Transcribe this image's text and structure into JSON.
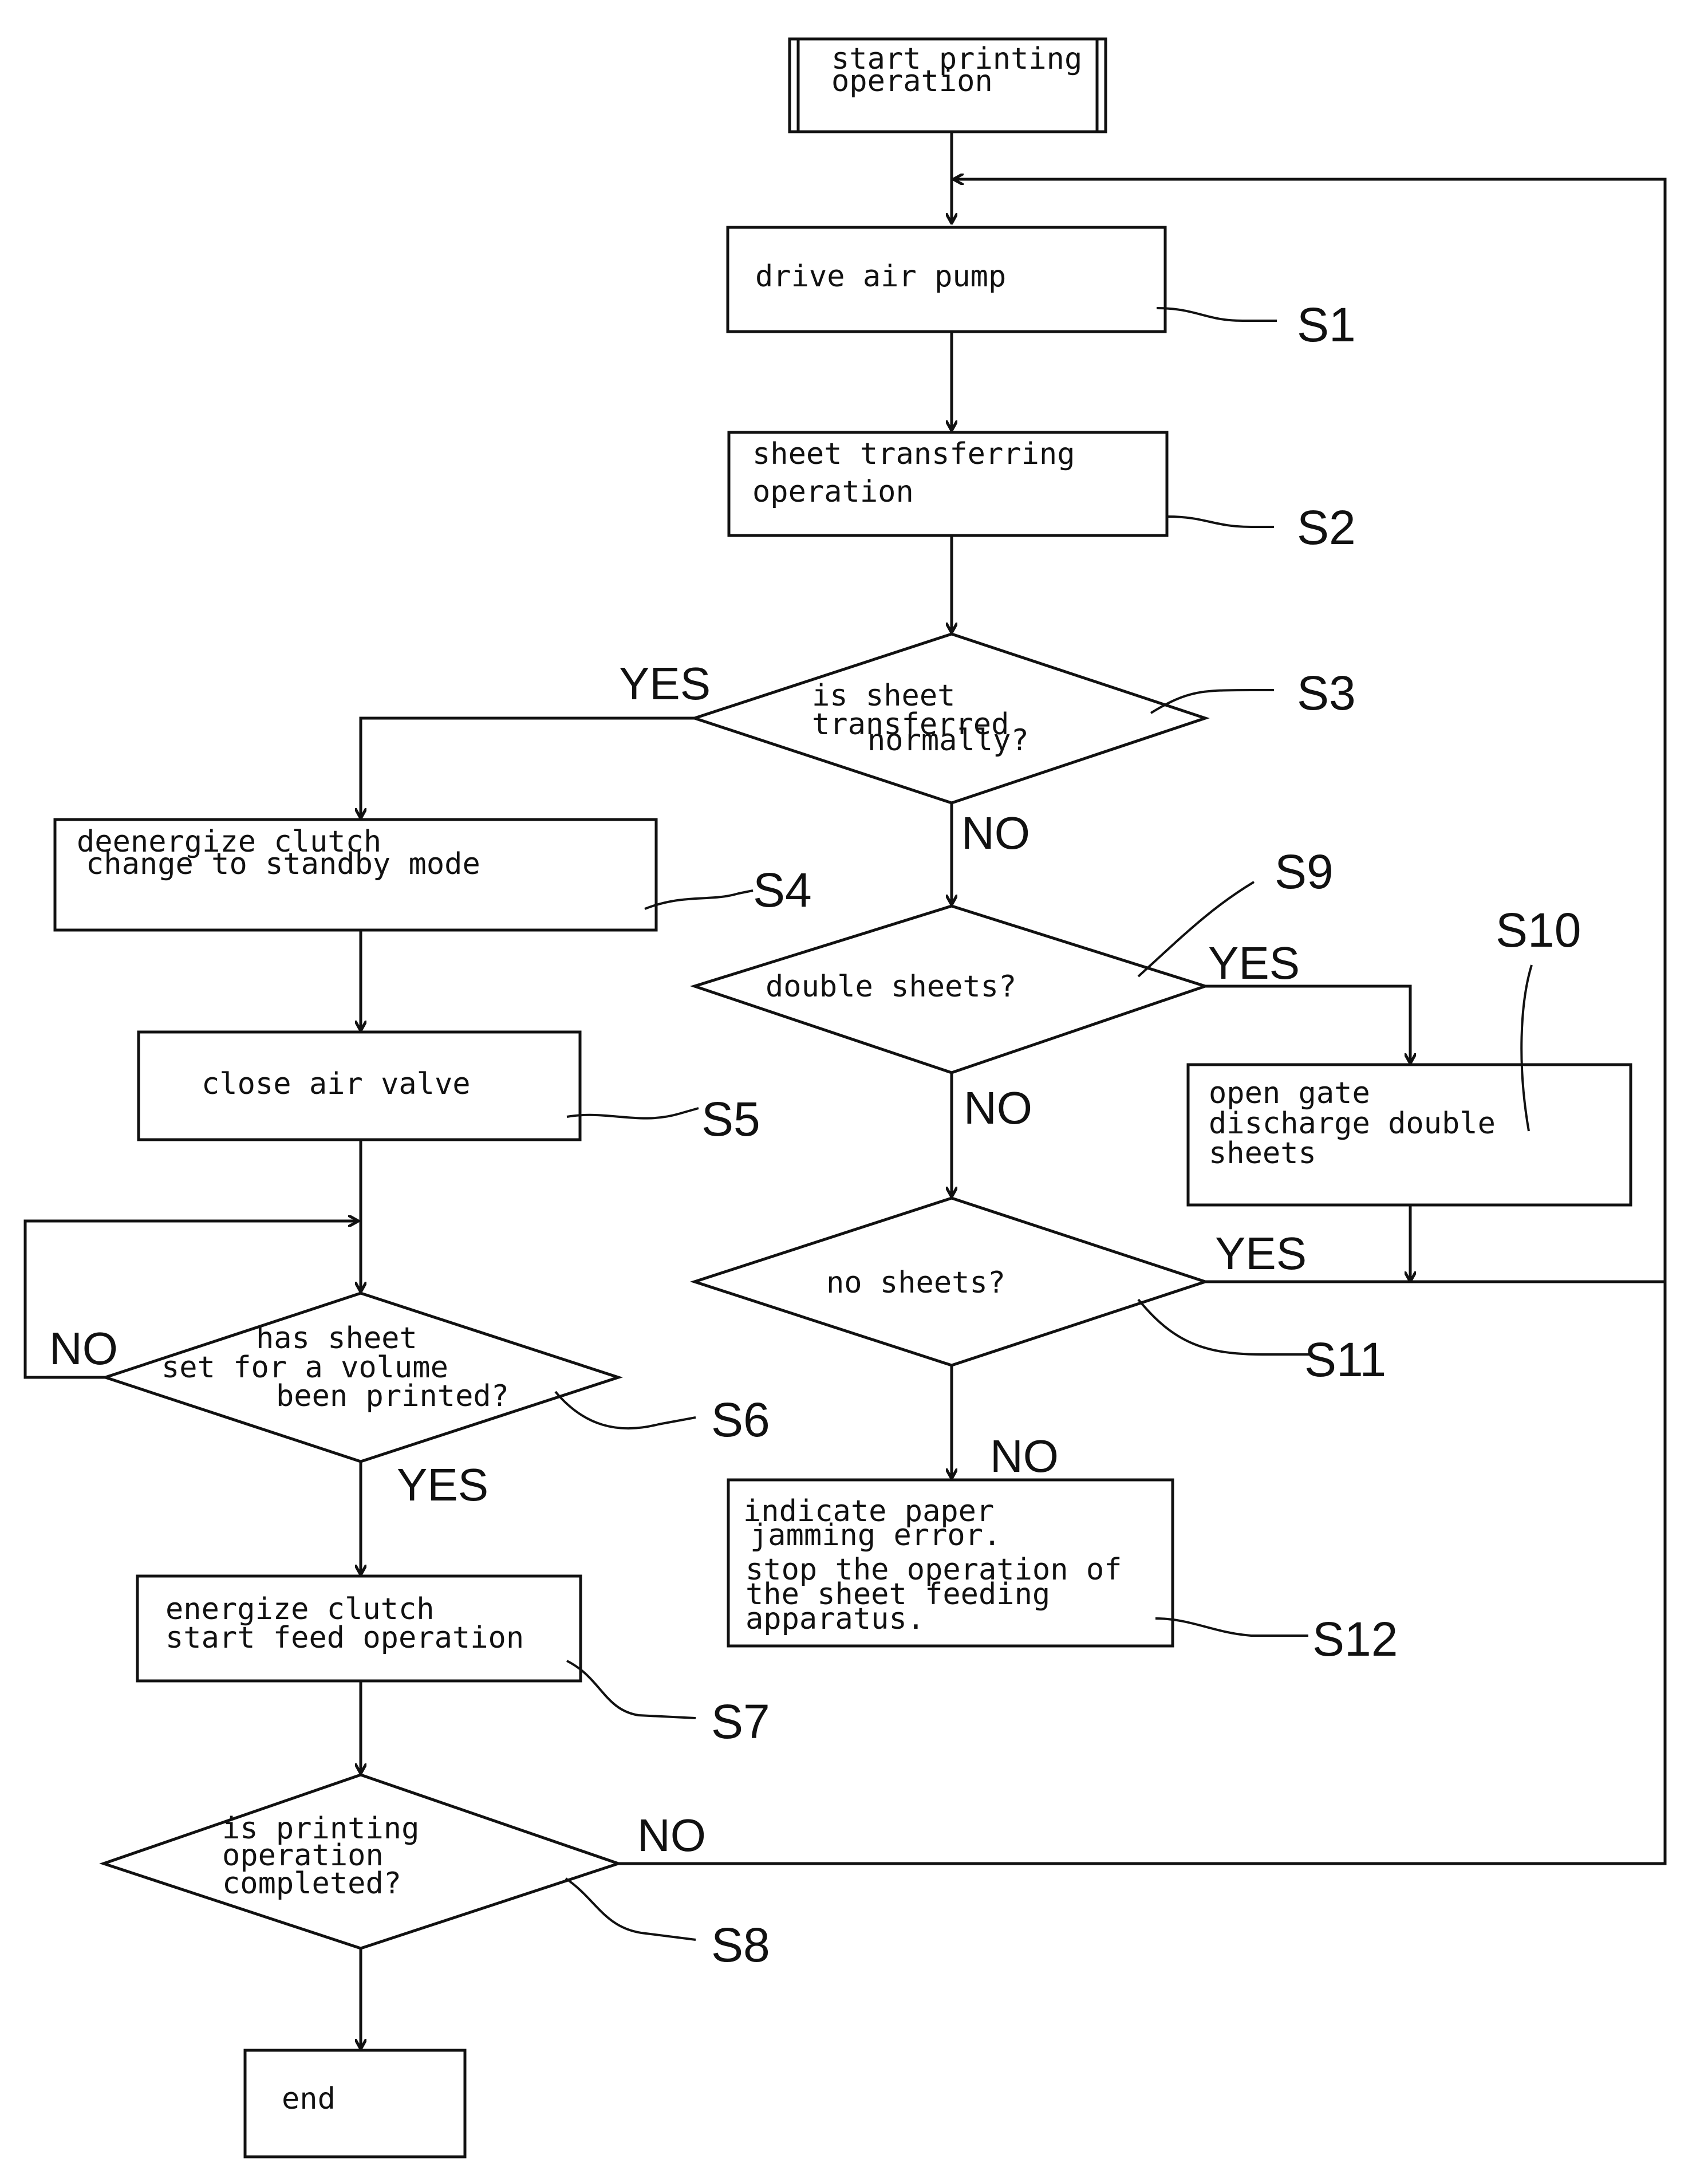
{
  "flowchart": {
    "start": [
      "start printing",
      "operation"
    ],
    "s1": [
      "drive air pump"
    ],
    "s2": [
      "sheet transferring",
      "operation"
    ],
    "s3": [
      "is sheet",
      "transferred",
      "normally?"
    ],
    "s4": [
      "deenergize clutch",
      "change to standby mode"
    ],
    "s5": [
      "close air valve"
    ],
    "s6": [
      "has sheet",
      "set for a volume",
      "been printed?"
    ],
    "s7": [
      "energize clutch",
      "start feed operation"
    ],
    "s8": [
      "is printing",
      "operation",
      "completed?"
    ],
    "s9": [
      "double sheets?"
    ],
    "s10": [
      "open gate",
      "discharge double",
      "sheets"
    ],
    "s11": [
      "no sheets?"
    ],
    "s12": [
      "indicate paper",
      "jamming error.",
      "stop the operation of",
      "the sheet feeding",
      "apparatus."
    ],
    "end": [
      "end"
    ]
  },
  "step_labels": {
    "s1": "S1",
    "s2": "S2",
    "s3": "S3",
    "s4": "S4",
    "s5": "S5",
    "s6": "S6",
    "s7": "S7",
    "s8": "S8",
    "s9": "S9",
    "s10": "S10",
    "s11": "S11",
    "s12": "S12"
  },
  "branches": {
    "yes": "YES",
    "no": "NO"
  }
}
